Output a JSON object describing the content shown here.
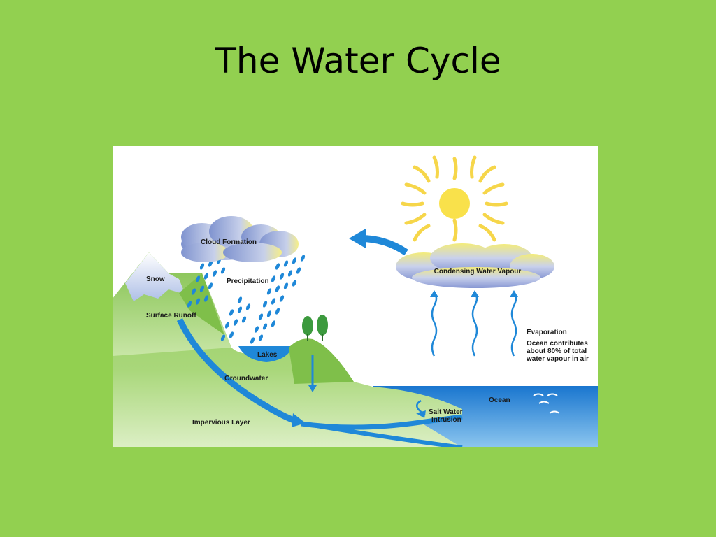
{
  "slide": {
    "title": "The Water Cycle"
  },
  "diagram": {
    "labels": {
      "cloud_formation": "Cloud Formation",
      "condensing_water_vapour": "Condensing Water Vapour",
      "snow": "Snow",
      "precipitation": "Precipitation",
      "surface_runoff": "Surface Runoff",
      "lakes": "Lakes",
      "groundwater": "Groundwater",
      "impervious_layer": "Impervious Layer",
      "evaporation": "Evaporation",
      "ocean_note_1": "Ocean contributes",
      "ocean_note_2": "about 80% of total",
      "ocean_note_3": "water vapour in air",
      "ocean": "Ocean",
      "salt_water_1": "Salt Water",
      "salt_water_2": "Intrusion"
    }
  },
  "colors": {
    "background": "#92d050",
    "land": "#8fc95a",
    "water": "#1f88d8",
    "sun": "#f9e14b"
  }
}
